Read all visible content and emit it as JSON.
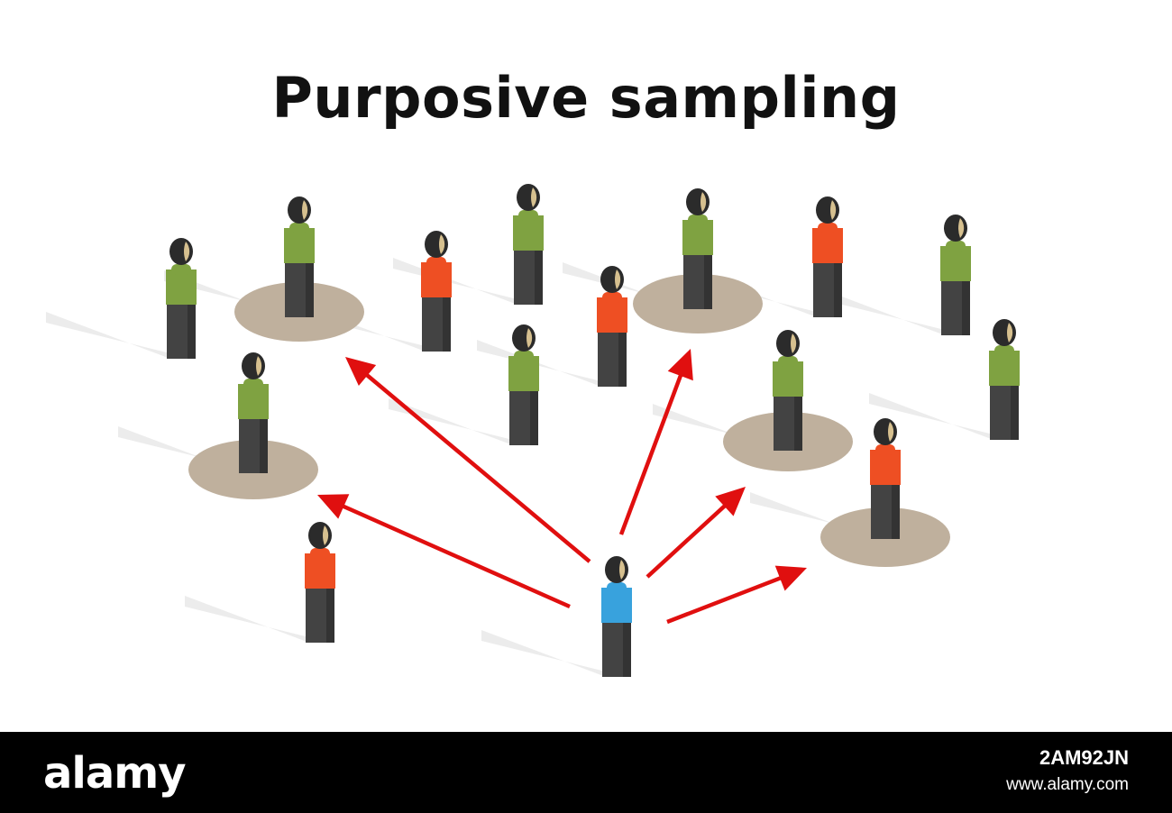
{
  "title": "Purposive sampling",
  "colors": {
    "green": "#7fa241",
    "orange": "#ee4f23",
    "blue": "#38a2dd",
    "legs": "#434343",
    "head": "#2b2b2b",
    "face": "#d6c08f",
    "disc": "#bfb09d",
    "arrow": "#e00f0f",
    "shadow": "#ececec"
  },
  "legend": {},
  "diagram": {
    "selector": {
      "id": "sampler",
      "shirt": "blue"
    },
    "people": [
      {
        "id": "p1",
        "shirt": "green",
        "selected": false
      },
      {
        "id": "p2",
        "shirt": "green",
        "selected": true
      },
      {
        "id": "p3",
        "shirt": "orange",
        "selected": false
      },
      {
        "id": "p4",
        "shirt": "green",
        "selected": false
      },
      {
        "id": "p5",
        "shirt": "orange",
        "selected": false
      },
      {
        "id": "p6",
        "shirt": "green",
        "selected": true
      },
      {
        "id": "p7",
        "shirt": "orange",
        "selected": false
      },
      {
        "id": "p8",
        "shirt": "green",
        "selected": false
      },
      {
        "id": "p9",
        "shirt": "green",
        "selected": true
      },
      {
        "id": "p10",
        "shirt": "green",
        "selected": false
      },
      {
        "id": "p11",
        "shirt": "green",
        "selected": true
      },
      {
        "id": "p12",
        "shirt": "green",
        "selected": false
      },
      {
        "id": "p13",
        "shirt": "orange",
        "selected": true
      },
      {
        "id": "p14",
        "shirt": "orange",
        "selected": false
      }
    ],
    "links": [
      {
        "from": "sampler",
        "to": "p9"
      },
      {
        "from": "sampler",
        "to": "p2"
      },
      {
        "from": "sampler",
        "to": "p6"
      },
      {
        "from": "sampler",
        "to": "p11"
      },
      {
        "from": "sampler",
        "to": "p13"
      }
    ]
  },
  "footer": {
    "brand": "alamy",
    "image_id": "2AM92JN",
    "site": "www.alamy.com"
  }
}
